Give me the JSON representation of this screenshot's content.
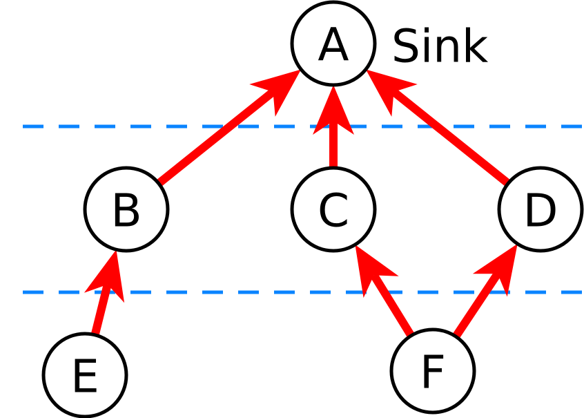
{
  "diagram": {
    "sink_label": "Sink",
    "nodes": [
      {
        "id": "A",
        "label": "A"
      },
      {
        "id": "B",
        "label": "B"
      },
      {
        "id": "C",
        "label": "C"
      },
      {
        "id": "D",
        "label": "D"
      },
      {
        "id": "E",
        "label": "E"
      },
      {
        "id": "F",
        "label": "F"
      }
    ],
    "edges": [
      {
        "from": "B",
        "to": "A"
      },
      {
        "from": "C",
        "to": "A"
      },
      {
        "from": "D",
        "to": "A"
      },
      {
        "from": "E",
        "to": "B"
      },
      {
        "from": "F",
        "to": "C"
      },
      {
        "from": "F",
        "to": "D"
      }
    ],
    "colors": {
      "edge": "#ff0000",
      "layer_divider": "#0a84ff",
      "node_stroke": "#000000"
    }
  }
}
